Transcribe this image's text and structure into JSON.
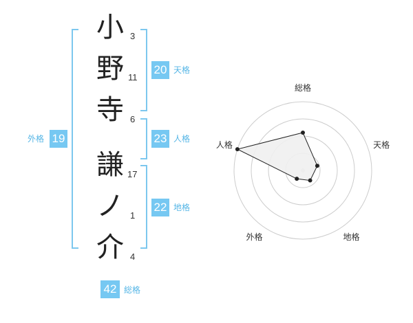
{
  "name": {
    "characters": [
      {
        "char": "小",
        "strokes": "3"
      },
      {
        "char": "野",
        "strokes": "11"
      },
      {
        "char": "寺",
        "strokes": "6"
      },
      {
        "char": "謙",
        "strokes": "17"
      },
      {
        "char": "ノ",
        "strokes": "1"
      },
      {
        "char": "介",
        "strokes": "4"
      }
    ]
  },
  "fortune": {
    "tenkaku": {
      "value": "20",
      "label": "天格"
    },
    "jinkaku": {
      "value": "23",
      "label": "人格"
    },
    "chikaku": {
      "value": "22",
      "label": "地格"
    },
    "gaikaku": {
      "value": "19",
      "label": "外格"
    },
    "soukaku": {
      "value": "42",
      "label": "総格"
    }
  },
  "colors": {
    "accent": "#76c8f2",
    "bracket": "#7cc7ee",
    "label": "#56b6e6",
    "grid": "#cccccc",
    "polygon_fill": "#efefef",
    "polygon_stroke": "#222222"
  },
  "chart_data": {
    "type": "radar",
    "axes": [
      "総格",
      "天格",
      "地格",
      "外格",
      "人格"
    ],
    "values": [
      0.55,
      0.22,
      0.18,
      0.15,
      1.0
    ],
    "range": [
      0,
      1
    ],
    "rings": 4,
    "grid": true
  }
}
